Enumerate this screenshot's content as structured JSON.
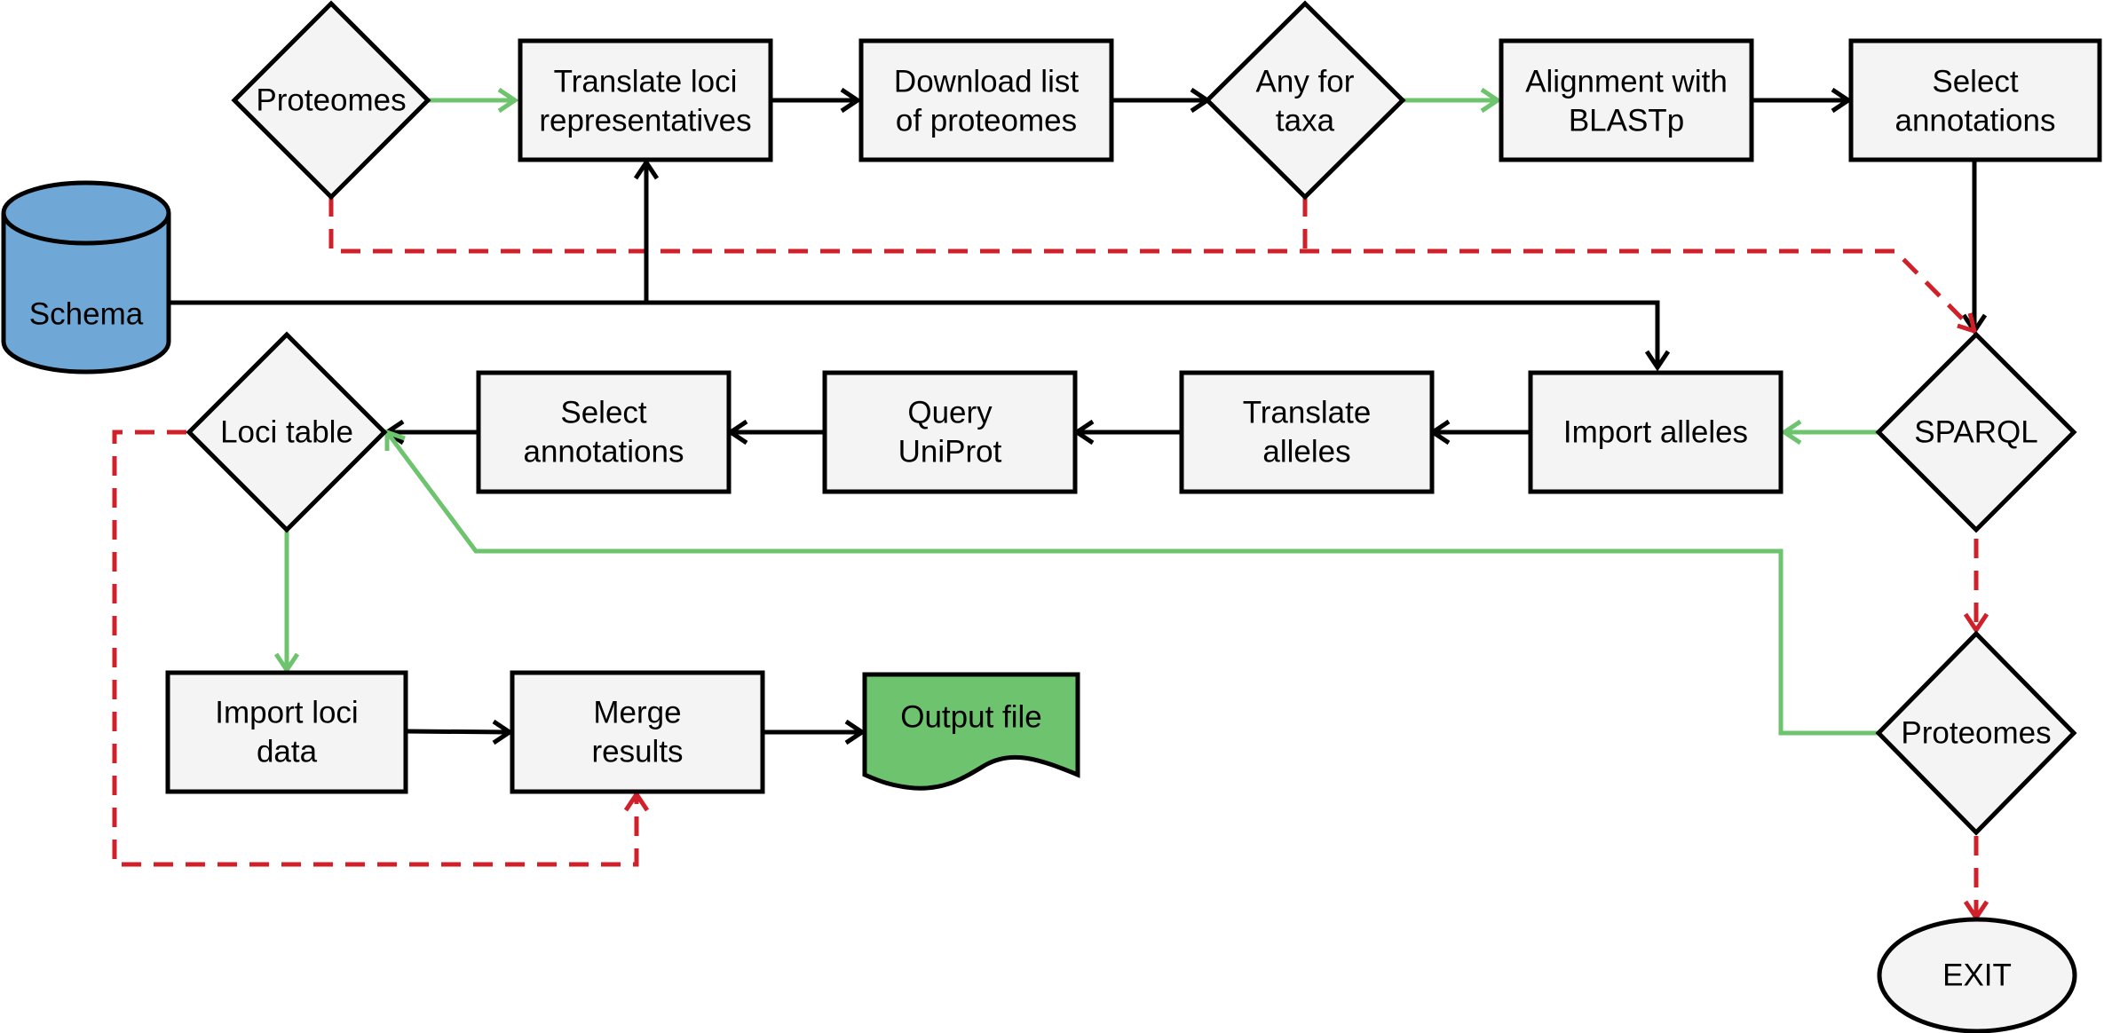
{
  "colors": {
    "node_fill": "#f4f4f4",
    "database_fill": "#6fa8d6",
    "output_fill": "#6ec46e",
    "flow_black": "#000000",
    "flow_green": "#6ec46e",
    "flow_red_dashed": "#d0202a"
  },
  "nodes": {
    "proteomes_top": {
      "label": "Proteomes",
      "shape": "diamond"
    },
    "translate_loci": {
      "lines": [
        "Translate loci",
        "representatives"
      ],
      "shape": "rectangle"
    },
    "download_list": {
      "lines": [
        "Download list",
        "of proteomes"
      ],
      "shape": "rectangle"
    },
    "any_for_taxa": {
      "lines": [
        "Any for",
        "taxa"
      ],
      "shape": "diamond"
    },
    "alignment_blastp": {
      "lines": [
        "Alignment with",
        "BLASTp"
      ],
      "shape": "rectangle"
    },
    "select_annotations_top": {
      "lines": [
        "Select",
        "annotations"
      ],
      "shape": "rectangle"
    },
    "schema": {
      "label": "Schema",
      "shape": "database"
    },
    "sparql": {
      "label": "SPARQL",
      "shape": "diamond"
    },
    "import_alleles": {
      "label": "Import alleles",
      "shape": "rectangle"
    },
    "translate_alleles": {
      "lines": [
        "Translate",
        "alleles"
      ],
      "shape": "rectangle"
    },
    "query_uniprot": {
      "lines": [
        "Query",
        "UniProt"
      ],
      "shape": "rectangle"
    },
    "select_annotations_mid": {
      "lines": [
        "Select",
        "annotations"
      ],
      "shape": "rectangle"
    },
    "loci_table": {
      "label": "Loci table",
      "shape": "diamond"
    },
    "import_loci_data": {
      "lines": [
        "Import loci",
        "data"
      ],
      "shape": "rectangle"
    },
    "merge_results": {
      "lines": [
        "Merge",
        "results"
      ],
      "shape": "rectangle"
    },
    "output_file": {
      "label": "Output file",
      "shape": "document"
    },
    "proteomes_bottom": {
      "label": "Proteomes",
      "shape": "diamond"
    },
    "exit": {
      "label": "EXIT",
      "shape": "ellipse"
    }
  },
  "edges": [
    {
      "from": "proteomes_top",
      "to": "translate_loci",
      "style": "green"
    },
    {
      "from": "translate_loci",
      "to": "download_list",
      "style": "black"
    },
    {
      "from": "download_list",
      "to": "any_for_taxa",
      "style": "black"
    },
    {
      "from": "any_for_taxa",
      "to": "alignment_blastp",
      "style": "green"
    },
    {
      "from": "alignment_blastp",
      "to": "select_annotations_top",
      "style": "black"
    },
    {
      "from": "select_annotations_top",
      "to": "sparql",
      "style": "black"
    },
    {
      "from": "proteomes_top",
      "to": "sparql",
      "style": "red-dashed"
    },
    {
      "from": "any_for_taxa",
      "to": "sparql",
      "style": "red-dashed"
    },
    {
      "from": "schema",
      "to": "translate_loci",
      "style": "black"
    },
    {
      "from": "schema",
      "to": "import_alleles",
      "style": "black"
    },
    {
      "from": "sparql",
      "to": "import_alleles",
      "style": "green"
    },
    {
      "from": "import_alleles",
      "to": "translate_alleles",
      "style": "black"
    },
    {
      "from": "translate_alleles",
      "to": "query_uniprot",
      "style": "black"
    },
    {
      "from": "query_uniprot",
      "to": "select_annotations_mid",
      "style": "black"
    },
    {
      "from": "select_annotations_mid",
      "to": "loci_table",
      "style": "black"
    },
    {
      "from": "sparql",
      "to": "proteomes_bottom",
      "style": "red-dashed"
    },
    {
      "from": "proteomes_bottom",
      "to": "loci_table",
      "style": "green"
    },
    {
      "from": "proteomes_bottom",
      "to": "exit",
      "style": "red-dashed"
    },
    {
      "from": "loci_table",
      "to": "import_loci_data",
      "style": "green"
    },
    {
      "from": "loci_table",
      "to": "merge_results",
      "style": "red-dashed"
    },
    {
      "from": "import_loci_data",
      "to": "merge_results",
      "style": "black"
    },
    {
      "from": "merge_results",
      "to": "output_file",
      "style": "black"
    }
  ]
}
